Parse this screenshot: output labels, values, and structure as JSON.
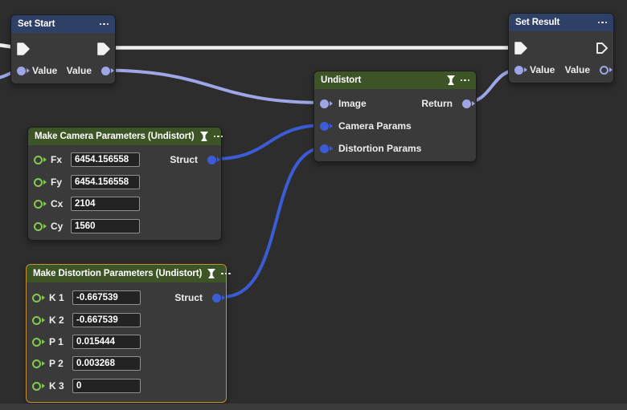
{
  "canvas": {
    "background_color": "#2d2d2d"
  },
  "colors": {
    "header_blue": "#2e4066",
    "header_green": "#3c5426",
    "selection_orange": "#c79136",
    "wire_exec_white": "#efefef",
    "wire_object_lavender": "#9ea6e8",
    "wire_struct_blue": "#3c5cd6",
    "pin_green": "#84c94e",
    "node_body": "#3a3a3a"
  },
  "nodes": {
    "set_start": {
      "title": "Set Start",
      "input_value_label": "Value",
      "output_value_label": "Value"
    },
    "set_result": {
      "title": "Set Result",
      "input_value_label": "Value",
      "output_value_label": "Value"
    },
    "undistort": {
      "title": "Undistort",
      "inputs": [
        "Image",
        "Camera Params",
        "Distortion Params"
      ],
      "output_label": "Return"
    },
    "make_camera_parameters": {
      "title": "Make Camera Parameters (Undistort)",
      "output_label": "Struct",
      "fields": [
        {
          "label": "Fx",
          "value": "6454.156558"
        },
        {
          "label": "Fy",
          "value": "6454.156558"
        },
        {
          "label": "Cx",
          "value": "2104"
        },
        {
          "label": "Cy",
          "value": "1560"
        }
      ]
    },
    "make_distortion_parameters": {
      "title": "Make Distortion Parameters (Undistort)",
      "output_label": "Struct",
      "selected": true,
      "fields": [
        {
          "label": "K 1",
          "value": "-0.667539"
        },
        {
          "label": "K 2",
          "value": "-0.667539"
        },
        {
          "label": "P 1",
          "value": "0.015444"
        },
        {
          "label": "P 2",
          "value": "0.003268"
        },
        {
          "label": "K 3",
          "value": "0"
        }
      ]
    }
  }
}
